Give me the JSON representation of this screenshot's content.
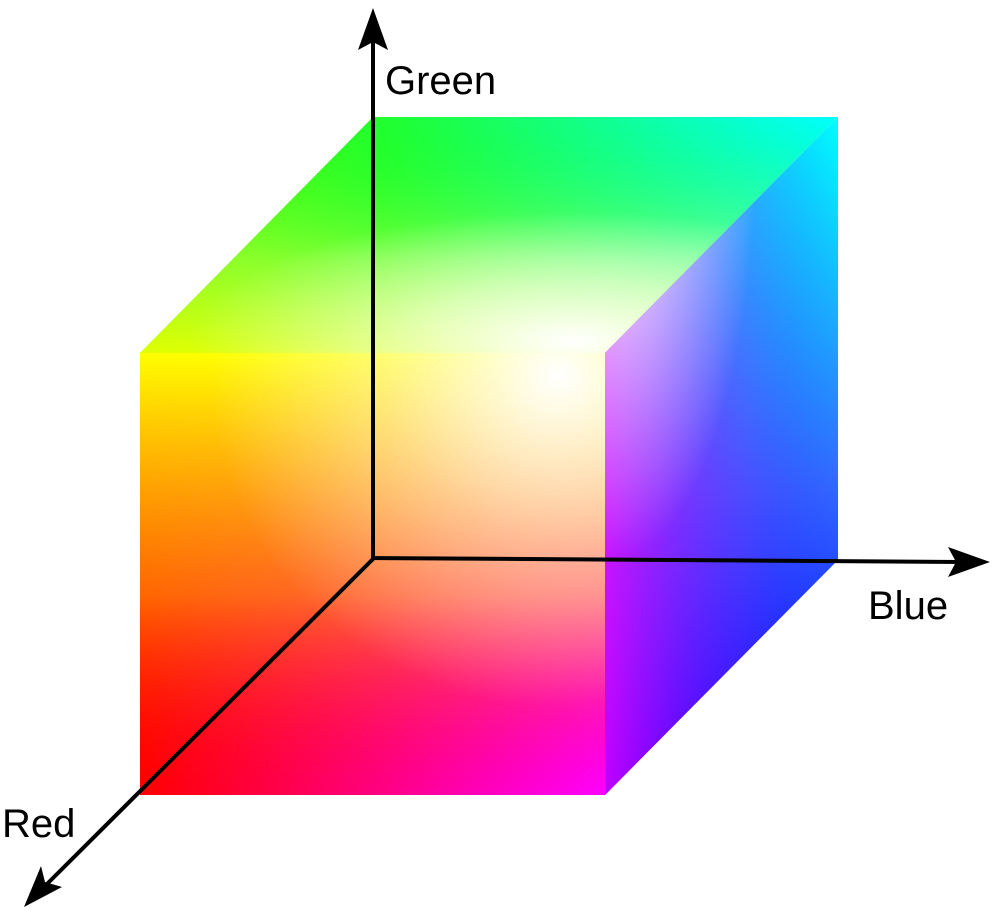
{
  "axes": {
    "green": {
      "label": "Green"
    },
    "blue": {
      "label": "Blue"
    },
    "red": {
      "label": "Red"
    }
  },
  "colors": {
    "black": "#000000",
    "red": "#ff0000",
    "green": "#00ff00",
    "blue": "#0000ff",
    "yellow": "#ffff00",
    "cyan": "#00ffff",
    "magenta": "#ff00ff",
    "white": "#ffffff"
  }
}
